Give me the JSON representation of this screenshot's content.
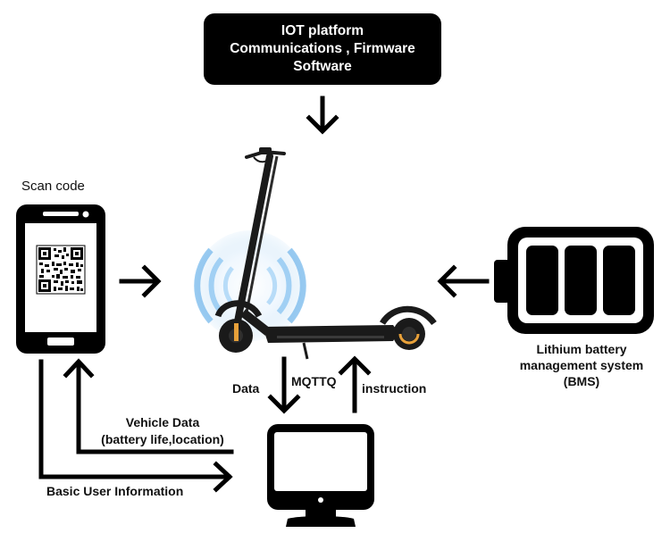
{
  "iot_platform": {
    "line1": "IOT platform",
    "line2": "Communications , Firmware",
    "line3": "Software"
  },
  "phone": {
    "caption": "Scan code"
  },
  "battery": {
    "line1": "Lithium battery",
    "line2": "management system",
    "line3": "(BMS)"
  },
  "links": {
    "data": "Data",
    "protocol": "MQTTQ",
    "instruction": "instruction",
    "vehicle_data_line1": "Vehicle Data",
    "vehicle_data_line2": "(battery life,location)",
    "basic_user_info": "Basic User Information"
  },
  "colors": {
    "box": "#000000",
    "scooter": "#1a1a1a",
    "scooter_accent": "#e8a13a",
    "signal": "#4aa3e6"
  }
}
